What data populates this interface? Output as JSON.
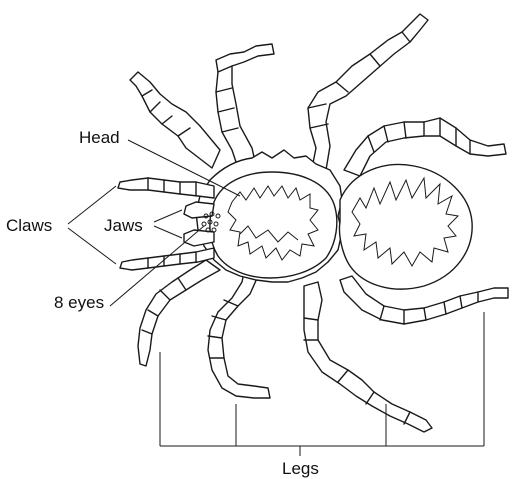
{
  "labels": {
    "head": "Head",
    "claws": "Claws",
    "jaws": "Jaws",
    "eyes": "8 eyes",
    "legs": "Legs"
  }
}
